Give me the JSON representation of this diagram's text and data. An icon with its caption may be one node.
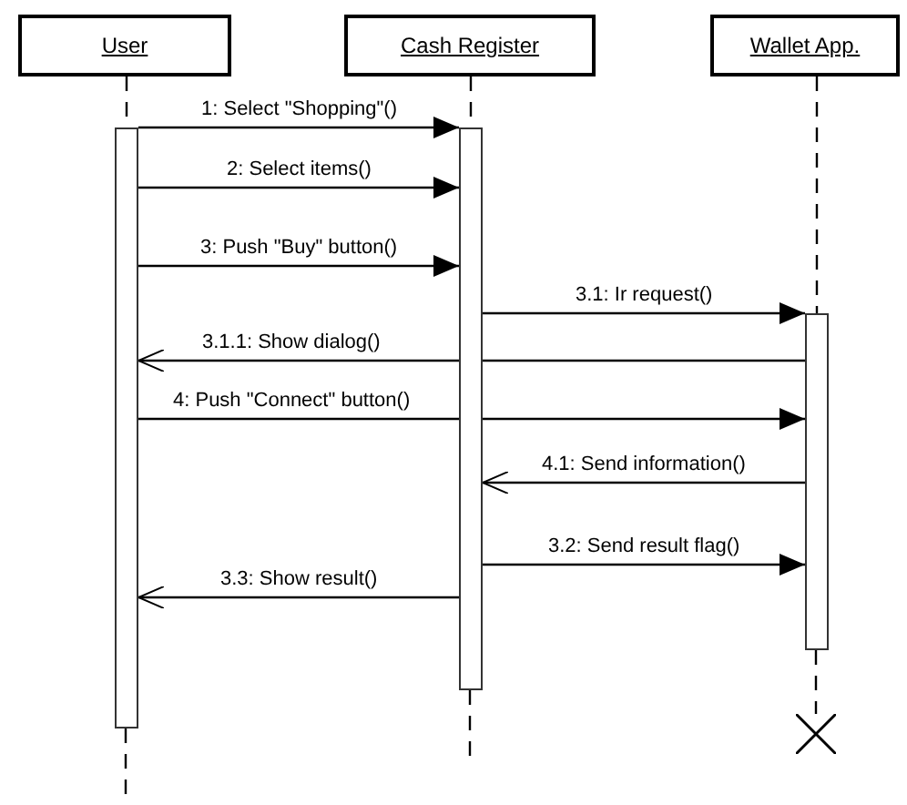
{
  "diagram": {
    "nodes": [
      {
        "text": [
          "User"
        ]
      },
      {
        "text": [
          "Cash Register"
        ]
      },
      {
        "text": [
          "Wallet App."
        ]
      },
      {
        "text": [],
        "shape": "bar"
      },
      {
        "text": [],
        "shape": "bar"
      },
      {
        "text": [],
        "shape": "bar"
      },
      {
        "text": [],
        "shape": "cross"
      }
    ],
    "edges": [
      {
        "from": 3,
        "to": 4,
        "arrow": "to",
        "label": "1: Select \"Shopping\"()"
      },
      {
        "from": 3,
        "to": 4,
        "arrow": "to",
        "label": "2: Select items()"
      },
      {
        "from": 3,
        "to": 4,
        "arrow": "to",
        "label": "3: Push \"Buy\" button()"
      },
      {
        "from": 4,
        "to": 5,
        "arrow": "to",
        "label": "3.1: Ir request()"
      },
      {
        "from": 5,
        "to": 3,
        "arrow": "to",
        "label": "3.1.1: Show dialog()"
      },
      {
        "from": 3,
        "to": 5,
        "arrow": "to",
        "label": "4: Push \"Connect\" button()"
      },
      {
        "from": 5,
        "to": 4,
        "arrow": "to",
        "label": "4.1: Send information()"
      },
      {
        "from": 4,
        "to": 5,
        "arrow": "to",
        "label": "3.2: Send result flag()"
      },
      {
        "from": 4,
        "to": 3,
        "arrow": "to",
        "label": "3.3: Show result()"
      },
      {
        "from": 0,
        "to": 3,
        "arrow": "none",
        "style": "dashed"
      },
      {
        "from": 1,
        "to": 4,
        "arrow": "none",
        "style": "dashed"
      },
      {
        "from": 2,
        "to": 5,
        "arrow": "none",
        "style": "dashed"
      },
      {
        "from": 5,
        "to": 6,
        "arrow": "none",
        "style": "dashed"
      }
    ]
  }
}
